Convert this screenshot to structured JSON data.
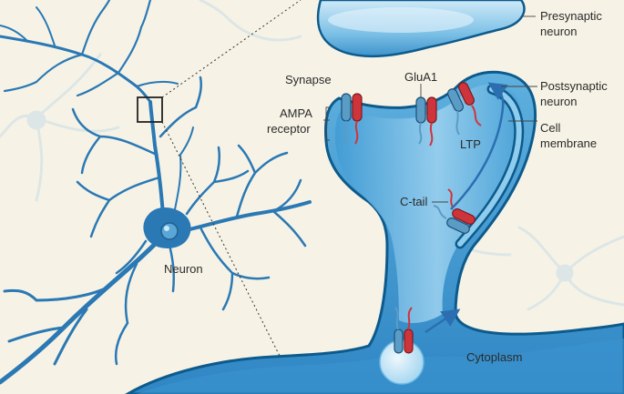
{
  "labels": {
    "presynaptic_line1": "Presynaptic",
    "presynaptic_line2": "neuron",
    "synapse": "Synapse",
    "glua1": "GluA1",
    "postsynaptic_line1": "Postsynaptic",
    "postsynaptic_line2": "neuron",
    "ampa_line1": "AMPA",
    "ampa_line2": "receptor",
    "cell_membrane_line1": "Cell",
    "cell_membrane_line2": "membrane",
    "ltp": "LTP",
    "ctail": "C-tail",
    "neuron": "Neuron",
    "cytoplasm": "Cytoplasm"
  },
  "colors": {
    "background": "#f6f3e6",
    "neuron_blue": "#2a78b4",
    "faint_neuron": "#dde6e6",
    "membrane_dark": "#0d5a8c",
    "spine_fill": "#6fb8e0",
    "spine_light": "#cbe7f6",
    "receptor_blue": "#5b9cc6",
    "receptor_red": "#d0343b",
    "arrow_blue": "#2b6fb0"
  }
}
